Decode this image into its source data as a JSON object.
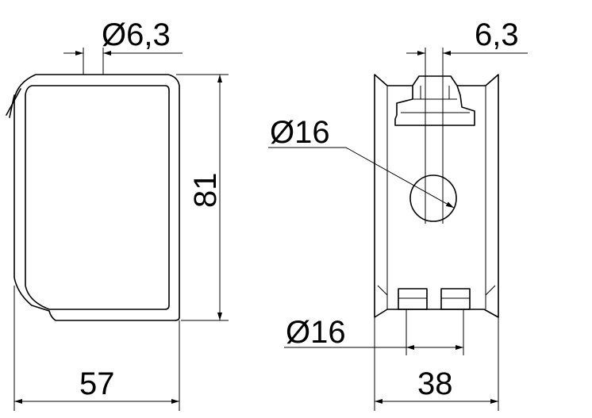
{
  "drawing": {
    "labels": {
      "pin_diameter": "Ø6,3",
      "height": "81",
      "width_side": "57",
      "pin_width_front": "6,3",
      "hole_diameter": "Ø16",
      "spacing_diameter": "Ø16",
      "width_front": "38"
    }
  }
}
